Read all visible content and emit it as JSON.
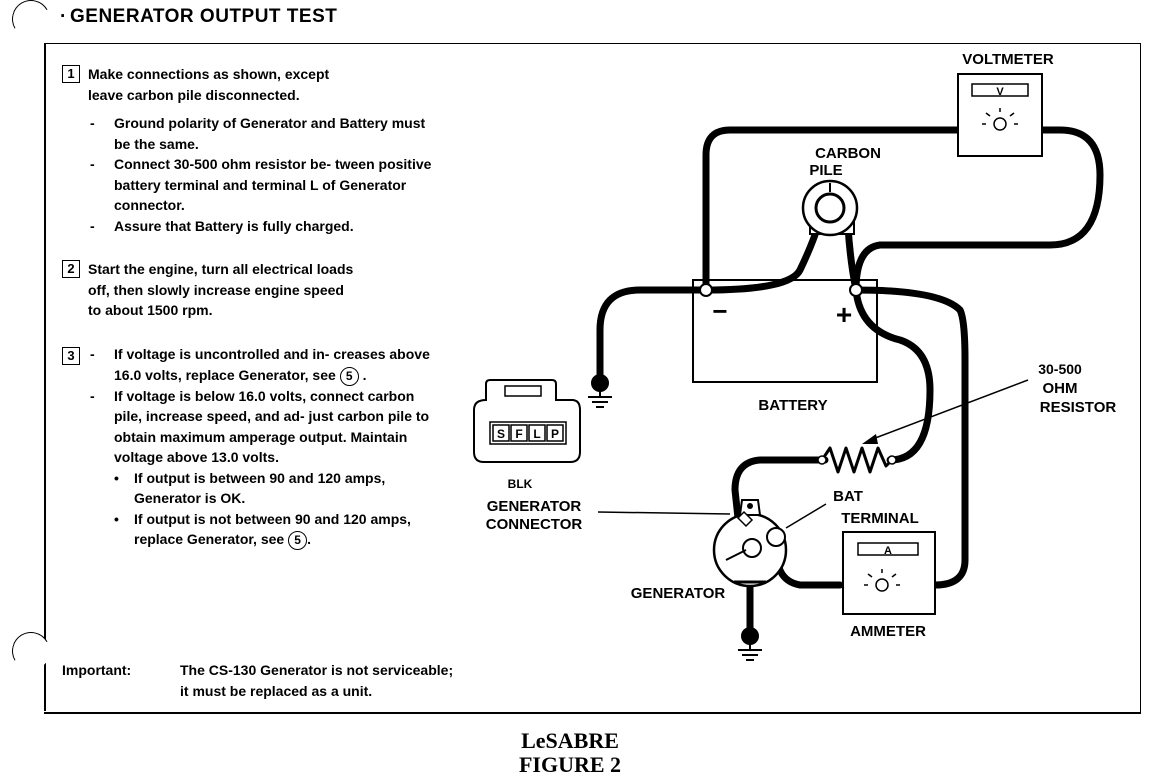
{
  "title": "GENERATOR OUTPUT TEST",
  "steps": [
    {
      "number": "1",
      "text_lines": [
        "Make connections as shown, except",
        "leave carbon pile disconnected."
      ],
      "subitems": [
        "Ground polarity of Generator and Battery must be the same.",
        "Connect 30-500 ohm resistor be- tween positive battery terminal and terminal L of Generator connector.",
        "Assure that Battery is fully charged."
      ]
    },
    {
      "number": "2",
      "text_lines": [
        "Start the engine, turn all electrical loads",
        "off, then slowly increase engine speed",
        "to about 1500 rpm."
      ]
    },
    {
      "number": "3",
      "sub_a": "If voltage is uncontrolled and in- creases above 16.0 volts, replace Generator, see",
      "sub_a_ref": "5",
      "sub_b": "If voltage is below 16.0 volts, connect carbon pile, increase speed, and ad- just carbon pile to obtain maximum amperage output. Maintain voltage above 13.0 volts.",
      "bullet_1": "If output is between 90 and 120 amps, Generator is OK.",
      "bullet_2": "If output is not between 90 and 120 amps, replace Generator, see",
      "bullet_2_ref": "5"
    }
  ],
  "important": {
    "label": "Important:",
    "line1": "The CS-130 Generator is not serviceable;",
    "line2": "it must be replaced as a unit."
  },
  "diagram": {
    "voltmeter": "VOLTMETER",
    "voltmeter_symbol": "V",
    "ammeter": "AMMETER",
    "ammeter_symbol": "A",
    "carbon_pile_1": "CARBON",
    "carbon_pile_2": "PILE",
    "battery": "BATTERY",
    "battery_neg": "−",
    "battery_pos": "+",
    "resistor_1": "30-500",
    "resistor_2": "OHM",
    "resistor_3": "RESISTOR",
    "connector_color": "BLK",
    "connector_1": "GENERATOR",
    "connector_2": "CONNECTOR",
    "connector_pins": [
      "S",
      "F",
      "L",
      "P"
    ],
    "bat_terminal_1": "BAT",
    "bat_terminal_2": "TERMINAL",
    "generator": "GENERATOR"
  },
  "caption": {
    "line1": "LeSABRE",
    "line2": "FIGURE 2"
  }
}
